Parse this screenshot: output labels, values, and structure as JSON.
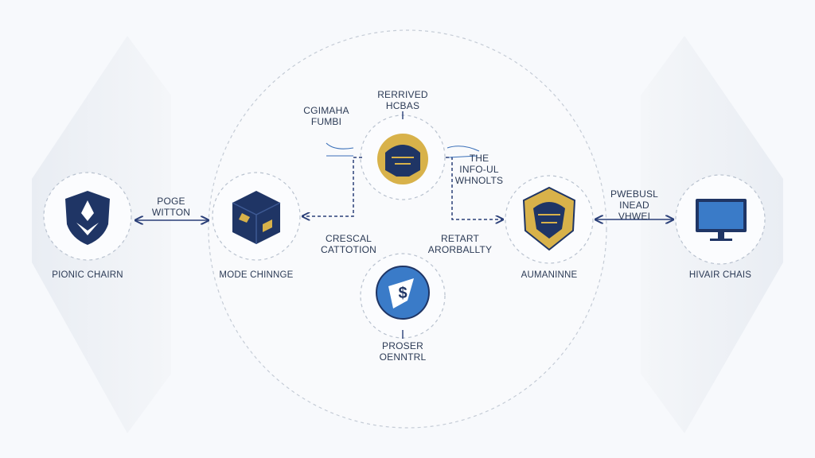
{
  "colors": {
    "background": "#f7f9fc",
    "navy": "#1f3565",
    "gold": "#d8b24a",
    "blue": "#3a7bc8",
    "line": "#2a3f78",
    "dash": "#b9c2cf"
  },
  "nodes": {
    "left_chain": {
      "label": "PIONIC CHAIRN",
      "icon": "shield-icon"
    },
    "mode_change": {
      "label": "MODE CHINNGE",
      "icon": "cube-icon"
    },
    "top_center": {
      "label_line1": "RERRIVED",
      "label_line2": "HCBAS",
      "icon": "helmet-icon"
    },
    "bottom_center": {
      "label_line1": "PROSER",
      "label_line2": "OENNTRL",
      "icon": "badge-icon"
    },
    "alumanine": {
      "label": "AUMANINNE",
      "icon": "crest-icon"
    },
    "hivair": {
      "label": "HIVAIR CHAIS",
      "icon": "monitor-icon"
    }
  },
  "connectors": {
    "left_link_line1": "POGE",
    "left_link_line2": "WITTON",
    "top_left_line1": "CGIMAHA",
    "top_left_line2": "FUMBI",
    "top_right_line1": "THE",
    "top_right_line2": "INFO-UL",
    "top_right_line3": "WHNOLTS",
    "mid_left_line1": "CRESCAL",
    "mid_left_line2": "CATTOTION",
    "mid_right_line1": "RETART",
    "mid_right_line2": "ARORBALLTY",
    "right_link_line1": "PWEBUSL",
    "right_link_line2": "INEAD",
    "right_link_line3": "VHWEI"
  }
}
